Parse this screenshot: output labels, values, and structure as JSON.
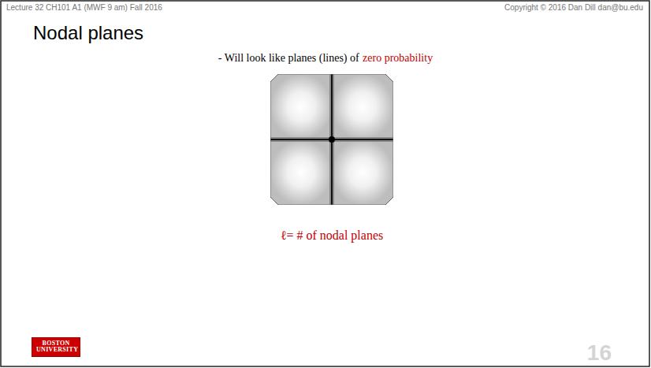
{
  "diagram": {
    "title": "Nodal planes",
    "nodes": [
      {
        "text": [
          "BOSTON UNIVERSITY"
        ]
      }
    ],
    "labels": [
      "Lecture 32 CH101 A1 (MWF 9 am) Fall 2016",
      "Copyright © 2016 Dan Dill dan@bu.edu",
      "- Will look like planes (lines) of",
      "zero probability",
      "ℓ= # of nodal planes",
      "16"
    ]
  }
}
